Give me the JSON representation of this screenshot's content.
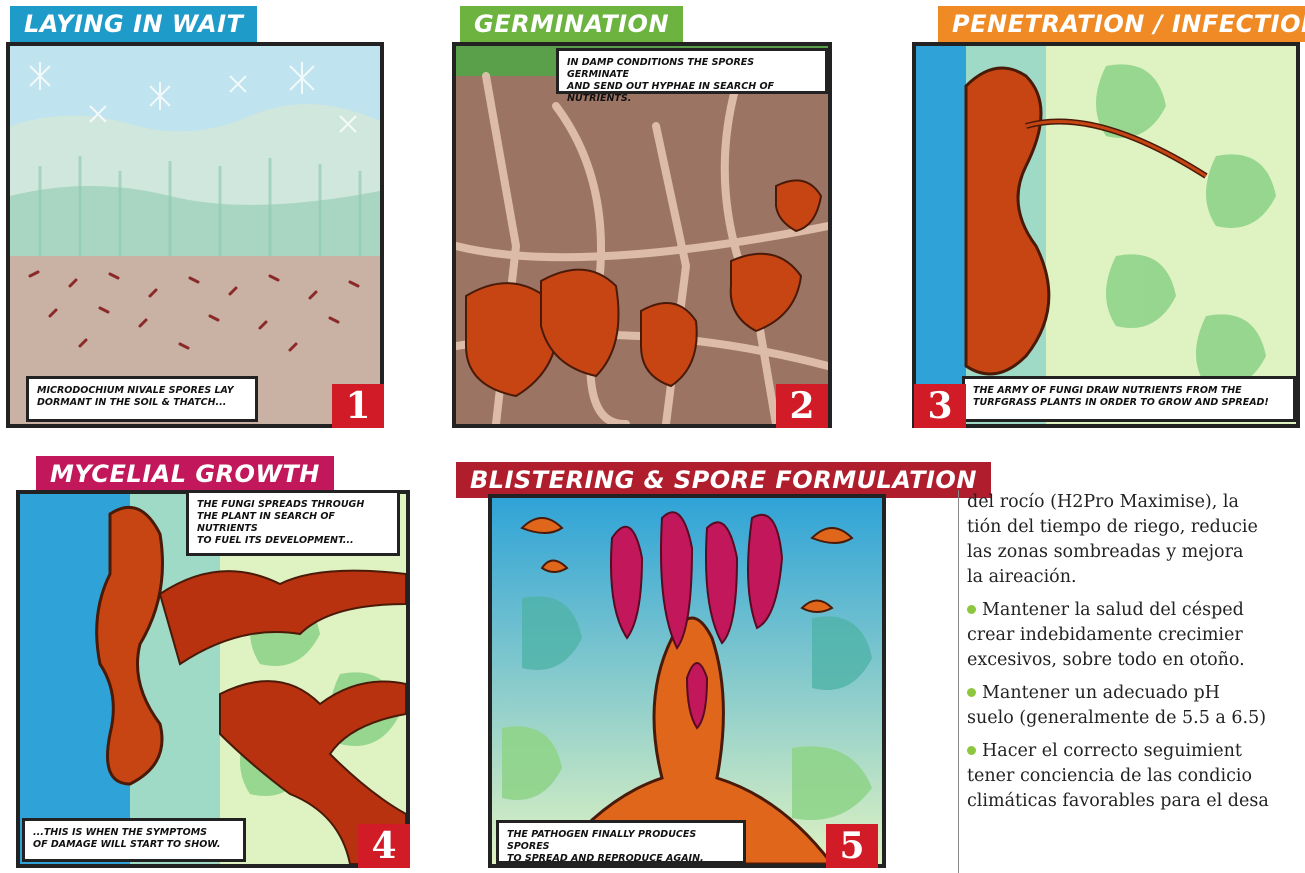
{
  "colors": {
    "title_blue": "#1f9bc9",
    "title_green": "#6cb33f",
    "title_orange": "#f08a24",
    "title_pink": "#c2185b",
    "title_darkred": "#b01e2d",
    "badge_red": "#d11b27",
    "bullet_green": "#8dc63f"
  },
  "panels": [
    {
      "title": "LAYING IN WAIT",
      "caption_lines": [
        "MICRODOCHIUM NIVALE SPORES LAY",
        "DORMANT IN THE SOIL & THATCH..."
      ],
      "number": "1"
    },
    {
      "title": "GERMINATION",
      "caption_lines": [
        "IN DAMP CONDITIONS THE SPORES GERMINATE",
        "AND SEND OUT HYPHAE IN SEARCH OF NUTRIENTS."
      ],
      "number": "2"
    },
    {
      "title": "PENETRATION / INFECTION",
      "caption_lines": [
        "THE ARMY OF FUNGI DRAW NUTRIENTS FROM THE",
        "TURFGRASS PLANTS IN ORDER TO GROW AND SPREAD!"
      ],
      "number": "3"
    },
    {
      "title": "MYCELIAL GROWTH",
      "caption_top_lines": [
        "THE FUNGI SPREADS THROUGH",
        "THE PLANT IN SEARCH OF NUTRIENTS",
        "TO FUEL ITS DEVELOPMENT..."
      ],
      "caption_lines": [
        "...THIS IS WHEN THE SYMPTOMS",
        "OF DAMAGE WILL START TO SHOW."
      ],
      "number": "4"
    },
    {
      "title": "BLISTERING & SPORE FORMULATION",
      "caption_lines": [
        "THE PATHOGEN FINALLY PRODUCES SPORES",
        "TO SPREAD AND REPRODUCE AGAIN."
      ],
      "number": "5"
    }
  ],
  "article": {
    "lines": [
      "del rocío (H2Pro Maximise), la",
      "tión del tiempo de riego, reducie",
      "las zonas sombreadas y mejora",
      "la aireación."
    ],
    "bullets": [
      [
        "Mantener la salud del césped",
        "crear indebidamente crecimier",
        "excesivos, sobre todo en otoño."
      ],
      [
        "Mantener un adecuado pH",
        "suelo (generalmente de 5.5 a 6.5)"
      ],
      [
        "Hacer el correcto seguimient",
        "tener conciencia de las condicio",
        "climáticas favorables para el desa"
      ]
    ]
  }
}
